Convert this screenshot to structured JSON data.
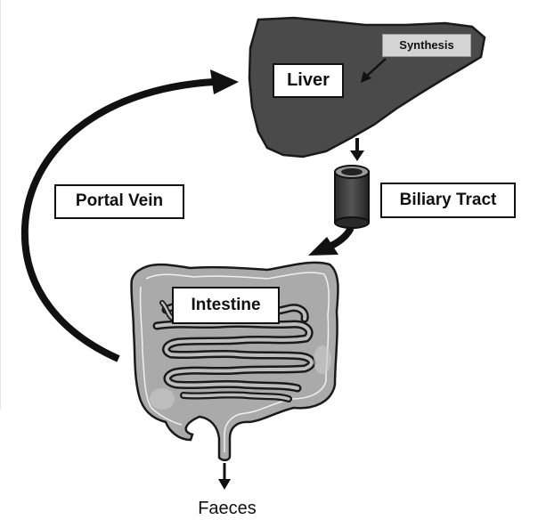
{
  "labels": {
    "liver": "Liver",
    "synthesis": "Synthesis",
    "portal_vein": "Portal Vein",
    "biliary_tract": "Biliary Tract",
    "intestine": "Intestine",
    "faeces": "Faeces"
  },
  "colors": {
    "liver_fill": "#4a4a4a",
    "intestine_fill": "#aaaaaa",
    "outline": "#1a1a1a",
    "synthesis_bg": "#d4d4d4"
  }
}
